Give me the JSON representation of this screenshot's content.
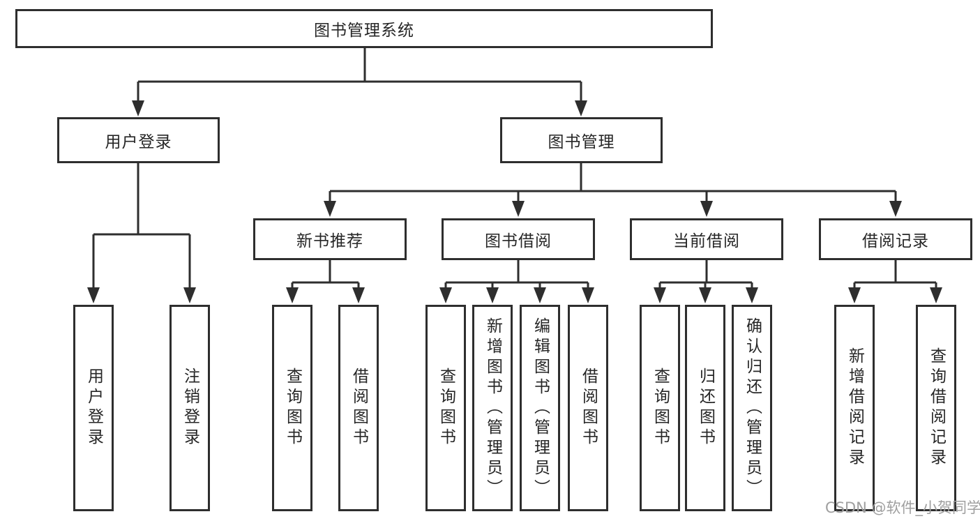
{
  "diagram": {
    "watermark": "CSDN @软件_小贺同学",
    "colors": {
      "line": "#2e2e2e",
      "box_border": "#2e2e2e",
      "box_fill": "#ffffff",
      "text": "#262626",
      "watermark": "#9f9f9f",
      "background": "#ffffff"
    },
    "nodes": {
      "root": "图书管理系统",
      "user_login": "用户登录",
      "book_mgmt": "图书管理",
      "new_book_rec": "新书推荐",
      "book_borrow": "图书借阅",
      "current_borrow": "当前借阅",
      "borrow_records": "借阅记录",
      "ul_login": "用户登录",
      "ul_logout": "注销登录",
      "nb_query": "查询图书",
      "nb_borrow": "借阅图书",
      "bb_query": "查询图书",
      "bb_add": "新增图书（管理员）",
      "bb_edit": "编辑图书（管理员）",
      "bb_borrow": "借阅图书",
      "cb_query": "查询图书",
      "cb_return": "归还图书",
      "cb_confirm": "确认归还（管理员）",
      "br_add": "新增借阅记录",
      "br_query": "查询借阅记录"
    },
    "hierarchy": {
      "root": [
        "user_login",
        "book_mgmt"
      ],
      "user_login": [
        "ul_login",
        "ul_logout"
      ],
      "book_mgmt": [
        "new_book_rec",
        "book_borrow",
        "current_borrow",
        "borrow_records"
      ],
      "new_book_rec": [
        "nb_query",
        "nb_borrow"
      ],
      "book_borrow": [
        "bb_query",
        "bb_add",
        "bb_edit",
        "bb_borrow"
      ],
      "current_borrow": [
        "cb_query",
        "cb_return",
        "cb_confirm"
      ],
      "borrow_records": [
        "br_add",
        "br_query"
      ]
    }
  }
}
